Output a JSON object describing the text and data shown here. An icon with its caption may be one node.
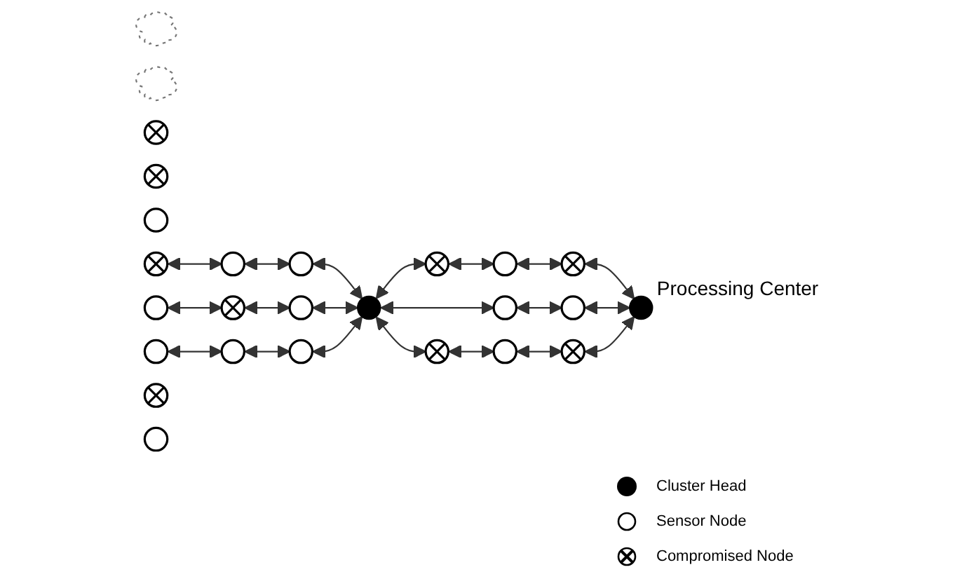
{
  "diagram": {
    "nodes": [
      {
        "text": [],
        "shape": "cloud"
      },
      {
        "text": [],
        "shape": "cloud"
      },
      {
        "text": [],
        "shape": "circle"
      },
      {
        "text": [],
        "shape": "circle"
      },
      {
        "text": [],
        "shape": "circle"
      },
      {
        "text": [],
        "shape": "circle"
      },
      {
        "text": [],
        "shape": "circle"
      },
      {
        "text": [],
        "shape": "circle"
      },
      {
        "text": [],
        "shape": "circle"
      },
      {
        "text": [],
        "shape": "circle"
      },
      {
        "text": [],
        "shape": "circle"
      },
      {
        "text": [],
        "shape": "circle"
      },
      {
        "text": [],
        "shape": "circle"
      },
      {
        "text": [],
        "shape": "circle"
      },
      {
        "text": [],
        "shape": "circle"
      },
      {
        "text": [],
        "shape": "circle"
      },
      {
        "text": [],
        "shape": "circle"
      },
      {
        "text": [],
        "shape": "circle"
      },
      {
        "text": [],
        "shape": "circle"
      },
      {
        "text": [],
        "shape": "circle"
      },
      {
        "text": [],
        "shape": "circle",
        "beside": [
          "Processing Center"
        ]
      },
      {
        "text": [],
        "shape": "circle"
      },
      {
        "text": [],
        "shape": "circle"
      },
      {
        "text": [],
        "shape": "circle"
      },
      {
        "text": [],
        "shape": "circle"
      },
      {
        "text": [],
        "shape": "circle"
      }
    ],
    "edges": [
      {
        "from": 5,
        "to": 6,
        "arrow": "both"
      },
      {
        "from": 6,
        "to": 7,
        "arrow": "both"
      },
      {
        "from": 7,
        "to": 14,
        "arrow": "both"
      },
      {
        "from": 8,
        "to": 9,
        "arrow": "both"
      },
      {
        "from": 9,
        "to": 10,
        "arrow": "both"
      },
      {
        "from": 10,
        "to": 14,
        "arrow": "both"
      },
      {
        "from": 11,
        "to": 12,
        "arrow": "both"
      },
      {
        "from": 12,
        "to": 13,
        "arrow": "both"
      },
      {
        "from": 13,
        "to": 14,
        "arrow": "both"
      },
      {
        "from": 14,
        "to": 15,
        "arrow": "both"
      },
      {
        "from": 15,
        "to": 16,
        "arrow": "both"
      },
      {
        "from": 16,
        "to": 17,
        "arrow": "both"
      },
      {
        "from": 17,
        "to": 20,
        "arrow": "both"
      },
      {
        "from": 14,
        "to": 18,
        "arrow": "both"
      },
      {
        "from": 18,
        "to": 19,
        "arrow": "both"
      },
      {
        "from": 19,
        "to": 20,
        "arrow": "both"
      },
      {
        "from": 14,
        "to": 21,
        "arrow": "both"
      },
      {
        "from": 21,
        "to": 22,
        "arrow": "both"
      },
      {
        "from": 22,
        "to": 23,
        "arrow": "both"
      },
      {
        "from": 23,
        "to": 20,
        "arrow": "both"
      }
    ],
    "legend": [
      {
        "text": "Cluster Head",
        "color": "#000000"
      },
      {
        "text": "Sensor Node"
      },
      {
        "text": "Compromised Node"
      }
    ]
  }
}
